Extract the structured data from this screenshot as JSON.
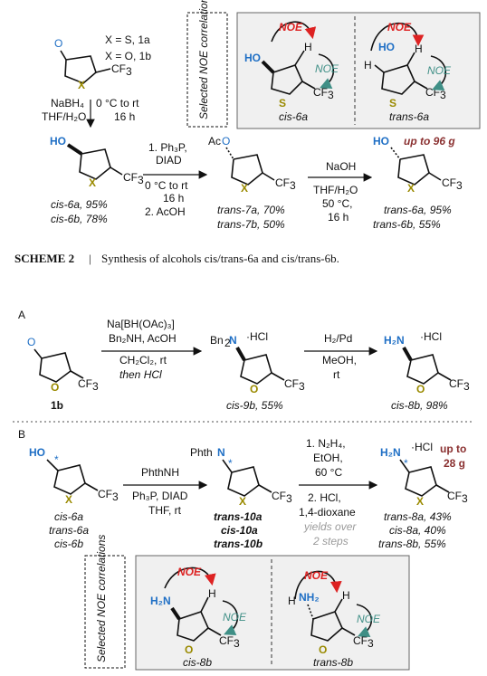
{
  "scheme2": {
    "top_labels": {
      "x_s": "X = S, 1a",
      "x_o": "X = O, 1b"
    },
    "step1": {
      "reagent": "NaBH₄",
      "temp": "0 °C to rt",
      "solvent": "THF/H₂O",
      "time": "16 h"
    },
    "cis6_yields": [
      "cis-6a, 95%",
      "cis-6b, 78%"
    ],
    "step2": {
      "l1": "1. Ph₃P,",
      "l2": "DIAD",
      "l3": "0 °C to rt",
      "l4": "16 h",
      "l5": "2. AcOH"
    },
    "trans7_yields": [
      "trans-7a, 70%",
      "trans-7b, 50%"
    ],
    "step3": {
      "l1": "NaOH",
      "l2": "THF/H₂O",
      "l3": "50 °C,",
      "l4": "16 h"
    },
    "trans6_yields": [
      "trans-6a, 95%",
      "trans-6b, 55%"
    ],
    "up_to_96": "up to 96 g",
    "noe_box": {
      "side": "Selected NOE correlations",
      "noe": "NOE",
      "left_label": "cis-6a",
      "right_label": "trans-6a"
    },
    "caption_prefix": "SCHEME 2",
    "caption_sep": "|",
    "caption_text": "Synthesis of alcohols cis/trans-6a and cis/trans-6b."
  },
  "partA": {
    "label": "A",
    "reagents": {
      "l1": "Na[BH(OAc)₃]",
      "l2": "Bn₂NH, AcOH",
      "l3": "CH₂Cl₂, rt",
      "l4": "then HCl"
    },
    "sm_label": "1b",
    "int_label": "cis-9b, 55%",
    "step2": {
      "l1": "H₂/Pd",
      "l2": "MeOH,",
      "l3": "rt"
    },
    "prod_label": "cis-8b, 98%"
  },
  "partB": {
    "label": "B",
    "sm_labels": [
      "cis-6a",
      "trans-6a",
      "cis-6b"
    ],
    "reagents1": {
      "l1": "PhthNH",
      "l2": "Ph₃P, DIAD",
      "l3": "THF, rt"
    },
    "int_labels": [
      "trans-10a",
      "cis-10a",
      "trans-10b"
    ],
    "reagents2": {
      "l1": "1. N₂H₄,",
      "l2": "EtOH,",
      "l3": "60 °C",
      "l4": "2. HCl,",
      "l5": "1,4-dioxane",
      "l6": "yields over",
      "l7": "2 steps"
    },
    "prod_labels": [
      "trans-8a, 43%",
      "cis-8a, 40%",
      "trans-8b, 55%"
    ],
    "up_to_28": [
      "up to",
      "28 g"
    ]
  },
  "noe2": {
    "side": "Selected NOE correlations",
    "noe": "NOE",
    "left_label": "cis-8b",
    "right_label": "trans-8b"
  }
}
